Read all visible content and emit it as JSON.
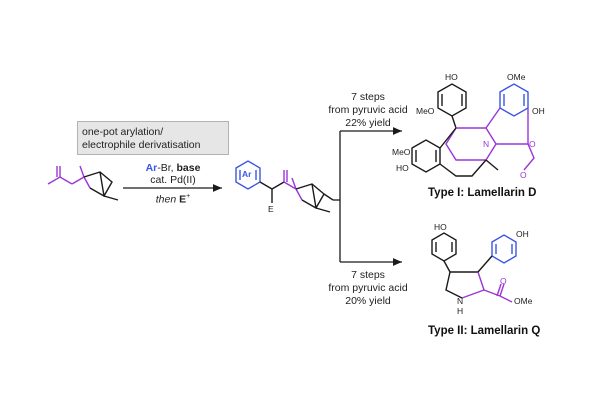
{
  "reagent_box": {
    "line1": "one-pot arylation/",
    "line2": "electrophile derivatisation"
  },
  "conditions": {
    "ar": "Ar",
    "line1_rest": "-Br, ",
    "base": "base",
    "line2": "cat. Pd(II)",
    "then": "then",
    "electrophile": "E",
    "plus": "+"
  },
  "intermediate": {
    "ar_label": "Ar",
    "e_label": "E"
  },
  "route_top": {
    "line1": "7 steps",
    "line2": "from pyruvic acid",
    "line3": "22% yield"
  },
  "route_bottom": {
    "line1": "7 steps",
    "line2": "from pyruvic acid",
    "line3": "20% yield"
  },
  "product_top": {
    "title": "Type I: Lamellarin D",
    "labels": [
      "HO",
      "MeO",
      "OMe",
      "OH",
      "MeO",
      "HO",
      "N",
      "O",
      "O"
    ]
  },
  "product_bottom": {
    "title": "Type II: Lamellarin Q",
    "labels": [
      "HO",
      "OH",
      "OMe",
      "O",
      "N",
      "H"
    ]
  },
  "colors": {
    "purple": "#9a35d6",
    "blue": "#3b55e6",
    "black": "#1a1a1a"
  }
}
